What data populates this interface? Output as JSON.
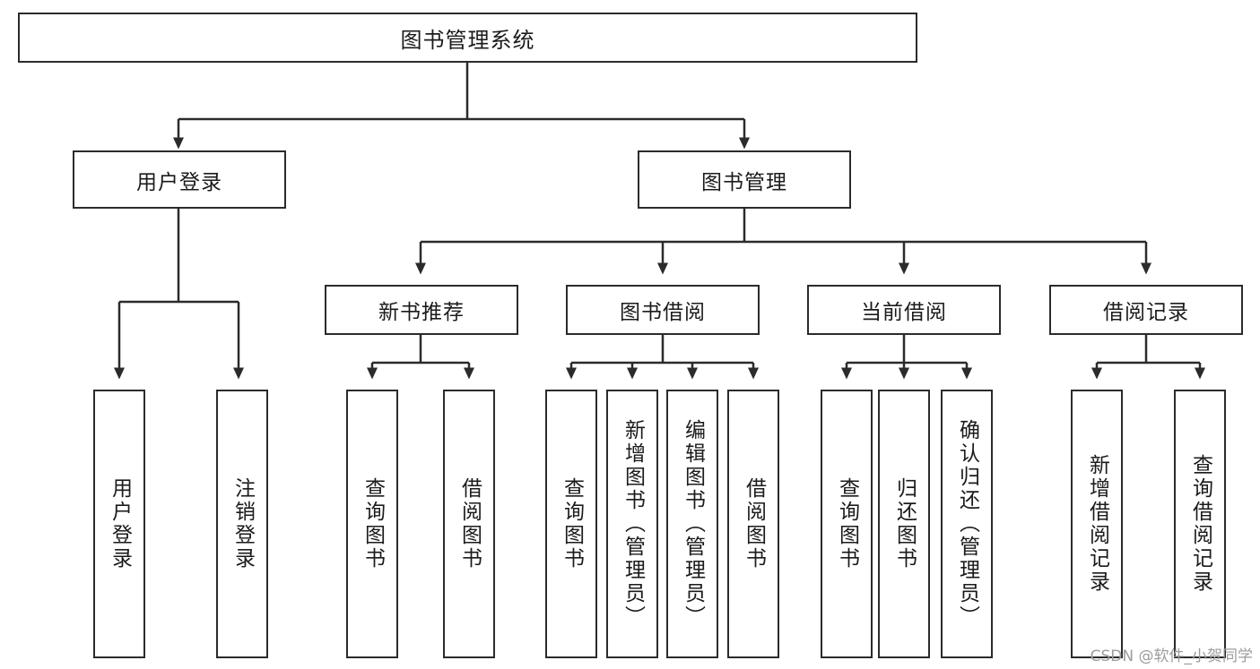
{
  "diagram": {
    "title": "图书管理系统",
    "watermark": "CSDN @软件_小贺同学",
    "root": {
      "label": "图书管理系统"
    },
    "level2": [
      {
        "label": "用户登录"
      },
      {
        "label": "图书管理"
      }
    ],
    "level3": [
      {
        "label": "新书推荐"
      },
      {
        "label": "图书借阅"
      },
      {
        "label": "当前借阅"
      },
      {
        "label": "借阅记录"
      }
    ],
    "leaves": {
      "user_login": [
        {
          "label": "用户登录"
        },
        {
          "label": "注销登录"
        }
      ],
      "new_book": [
        {
          "label": "查询图书"
        },
        {
          "label": "借阅图书"
        }
      ],
      "book_borrow": [
        {
          "label": "查询图书"
        },
        {
          "label": "新增图书（管理员）"
        },
        {
          "label": "编辑图书（管理员）"
        },
        {
          "label": "借阅图书"
        }
      ],
      "current_borrow": [
        {
          "label": "查询图书"
        },
        {
          "label": "归还图书"
        },
        {
          "label": "确认归还（管理员）"
        }
      ],
      "borrow_record": [
        {
          "label": "新增借阅记录"
        },
        {
          "label": "查询借阅记录"
        }
      ]
    },
    "colors": {
      "stroke": "#2b2b2b",
      "text": "#1b1b1b",
      "background": "#ffffff",
      "watermark": "#9c9c9c"
    }
  }
}
